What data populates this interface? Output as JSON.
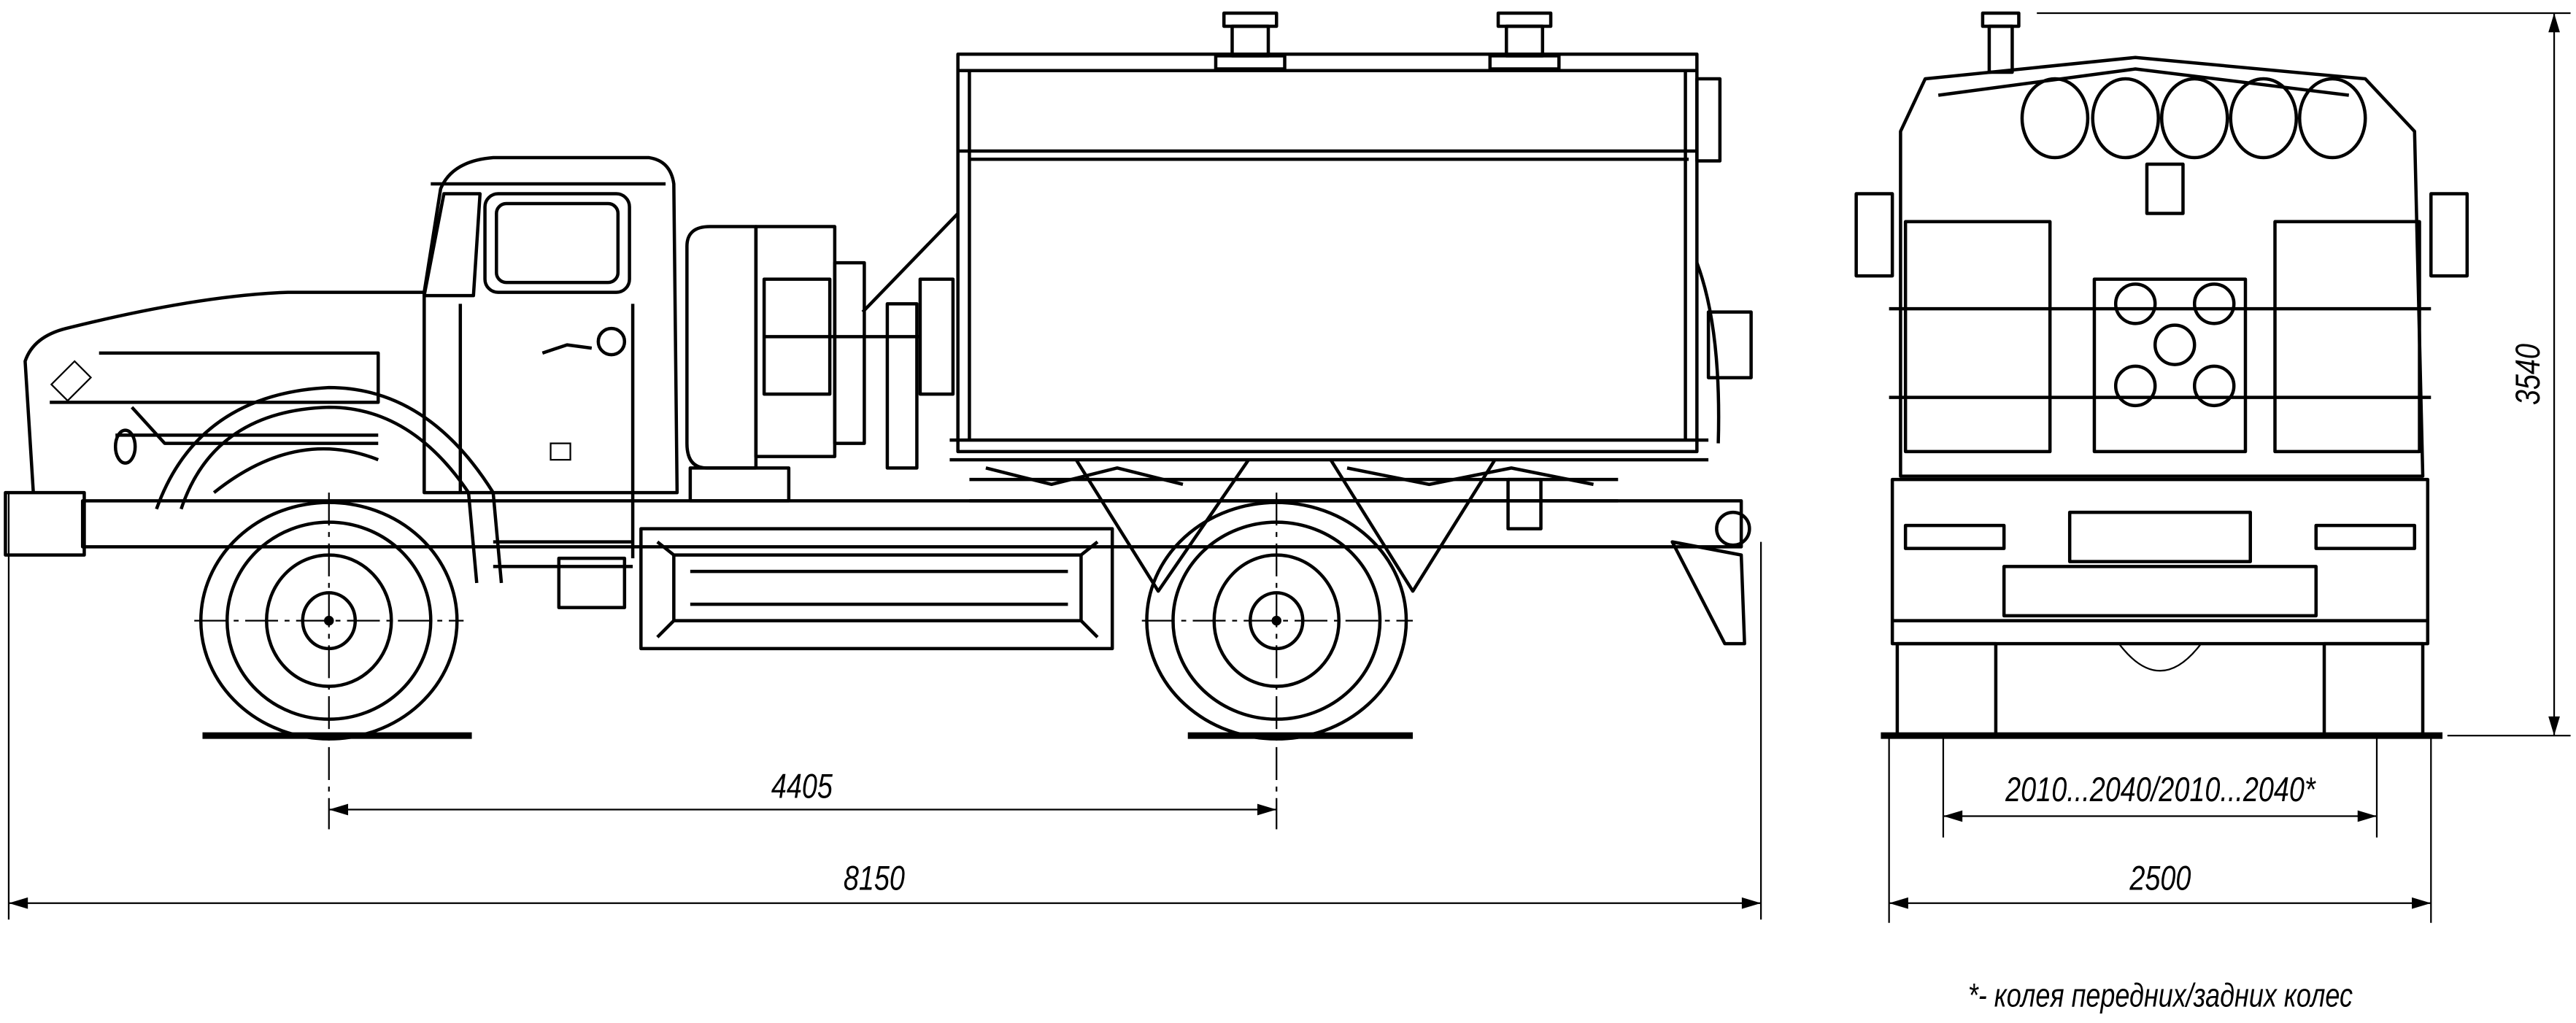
{
  "drawing": {
    "side_view": {
      "wheelbase_label": "4405",
      "overall_length_label": "8150"
    },
    "rear_view": {
      "track_label": "2010...2040/2010...2040*",
      "overall_width_label": "2500",
      "overall_height_label": "3540"
    },
    "footnote": "*- колея передних/задних колес"
  }
}
